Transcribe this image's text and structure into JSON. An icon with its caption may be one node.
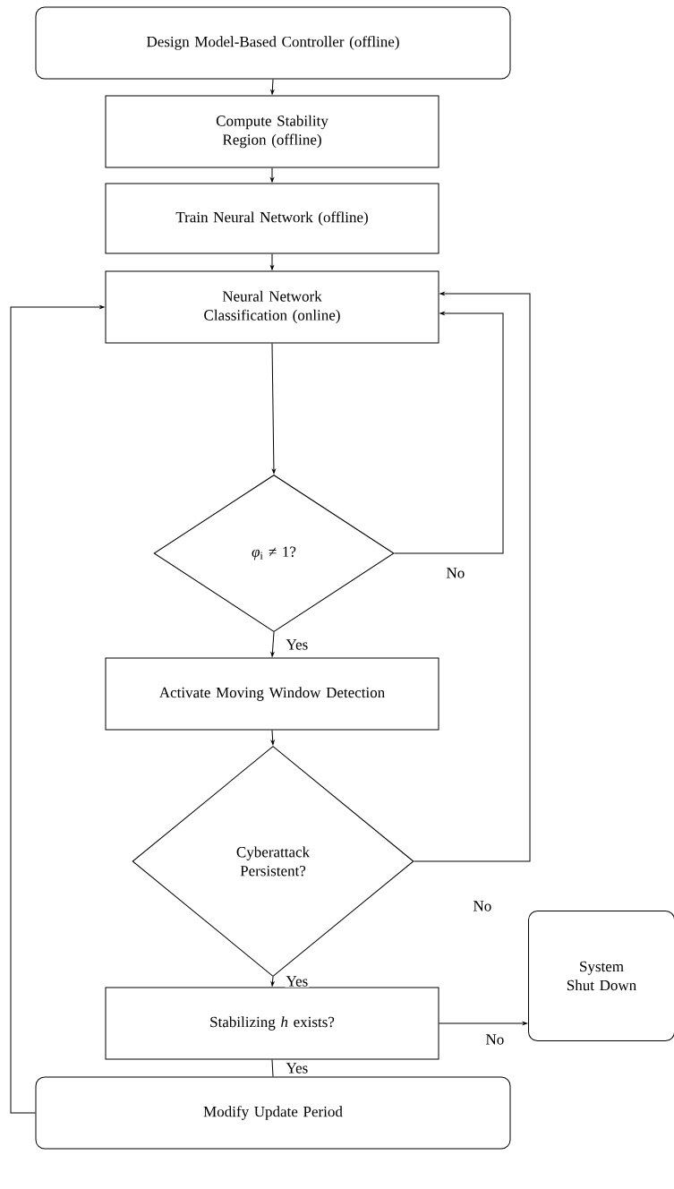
{
  "diagram": {
    "nodes": [
      {
        "text": [
          "Design Model-Based Controller (offline)"
        ]
      },
      {
        "text": [
          "Compute Stability Region (offline)"
        ]
      },
      {
        "text": [
          "Train Neural Network (offline)"
        ]
      },
      {
        "text": [
          "Neural Network Classification (online)"
        ]
      },
      {
        "text": [
          "*φ*$_{i}$ ≠ 1?"
        ]
      },
      {
        "text": [
          "Activate Moving Window Detection"
        ]
      },
      {
        "text": [
          "Cyberattack Persistent?"
        ]
      },
      {
        "text": [
          "Stabilizing *h* exists?"
        ]
      },
      {
        "text": [
          "Modify Update Period"
        ]
      },
      {
        "text": [
          "System Shut Down"
        ]
      }
    ],
    "edges": [
      {
        "from": 0,
        "to": 1,
        "arrow": "to"
      },
      {
        "from": 1,
        "to": 2,
        "arrow": "to"
      },
      {
        "from": 2,
        "to": 3,
        "arrow": "to"
      },
      {
        "from": 3,
        "to": 4,
        "arrow": "to"
      },
      {
        "from": 4,
        "to": 5,
        "arrow": "to",
        "label": "Yes"
      },
      {
        "from": 4,
        "to": 3,
        "arrow": "to",
        "label": "No"
      },
      {
        "from": 5,
        "to": 6,
        "arrow": "to"
      },
      {
        "from": 6,
        "to": 3,
        "arrow": "to",
        "label": "No"
      },
      {
        "from": 6,
        "to": 7,
        "arrow": "to",
        "label": "Yes"
      },
      {
        "from": 7,
        "to": 9,
        "arrow": "to",
        "label": "No"
      },
      {
        "from": 7,
        "to": 8,
        "arrow": "none",
        "label": "Yes"
      },
      {
        "from": 8,
        "to": 3,
        "arrow": "to"
      }
    ]
  }
}
